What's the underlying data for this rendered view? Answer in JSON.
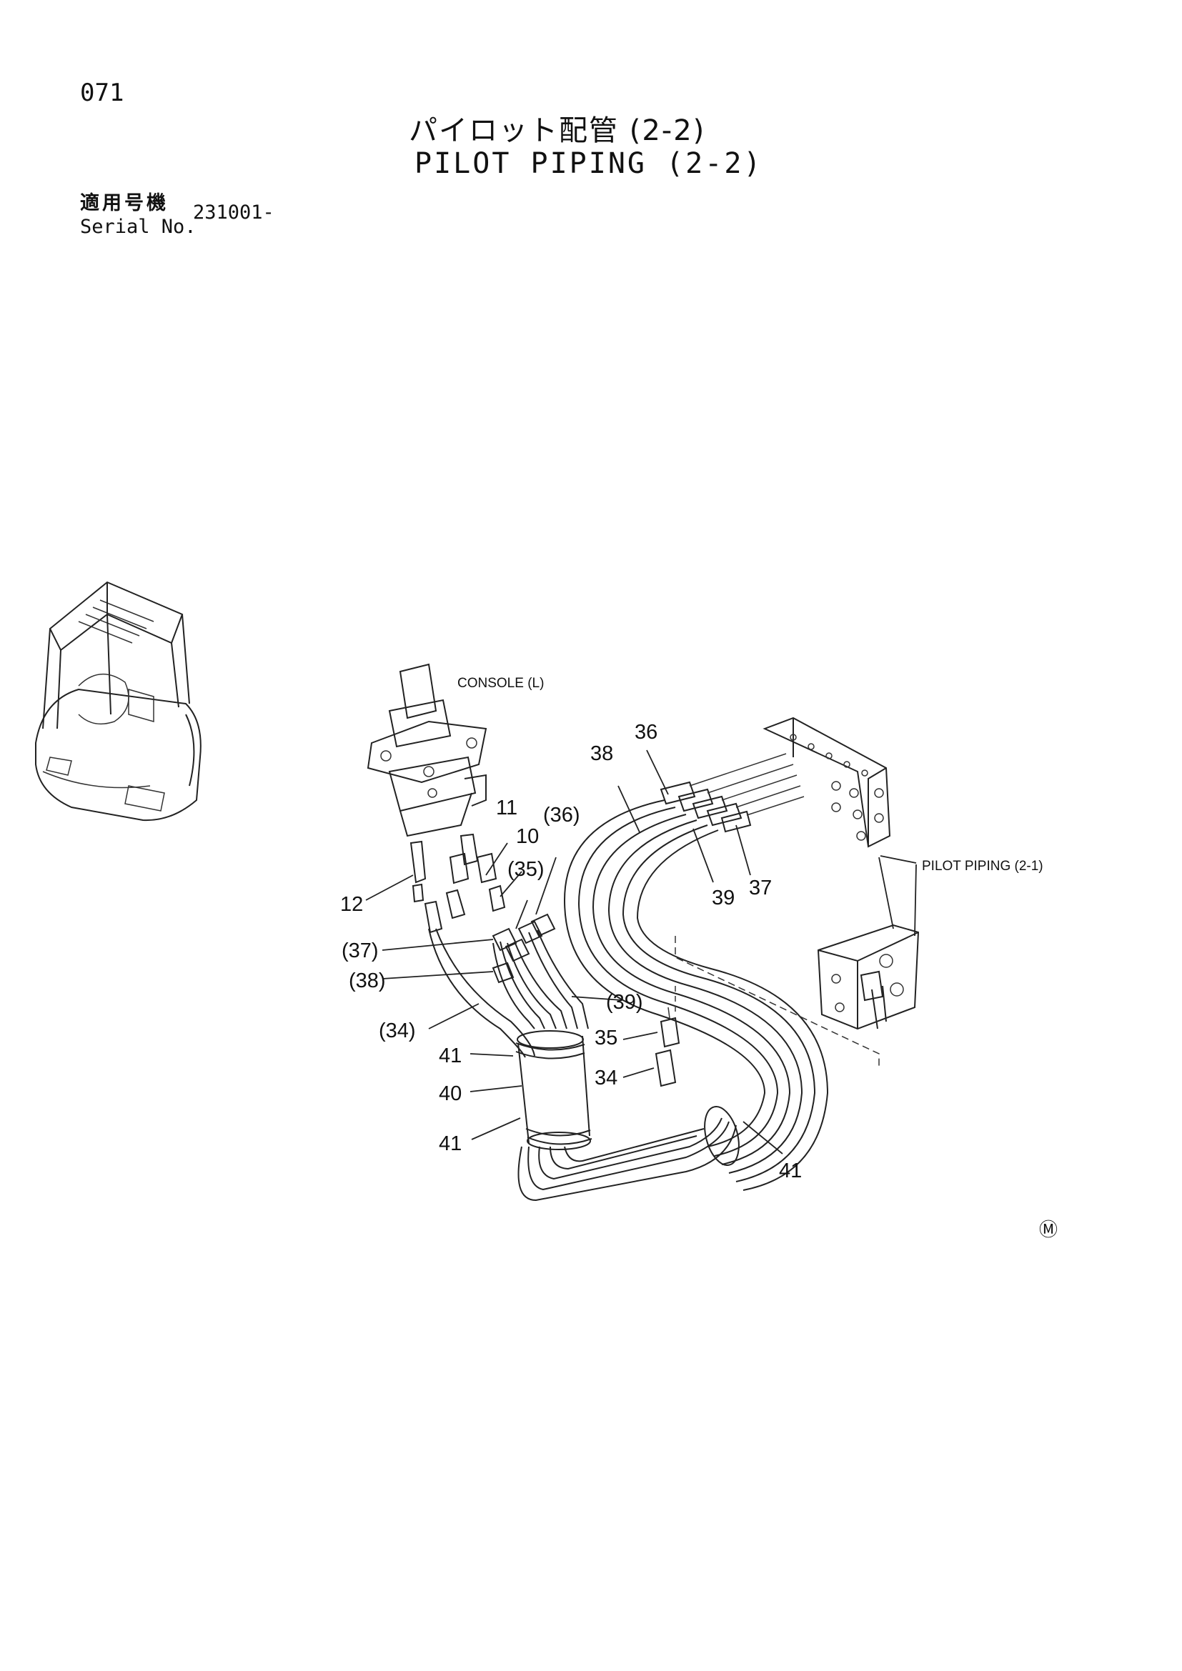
{
  "page": {
    "number": "071",
    "title_jp": "パイロット配管 (2-2)",
    "title_en": "PILOT PIPING (2-2)",
    "serial_label_jp": "適用号機",
    "serial_label_en": "Serial No.",
    "serial_value": "231001-"
  },
  "diagram": {
    "console_label": "CONSOLE (L)",
    "pilot_piping_label": "PILOT PIPING (2-1)",
    "mark_symbol": "Ⓜ",
    "callouts": {
      "c36_top": "36",
      "c38_top": "38",
      "c11": "11",
      "c10": "10",
      "c36_paren": "(36)",
      "c35_paren": "(35)",
      "c12": "12",
      "c37_paren": "(37)",
      "c38_paren": "(38)",
      "c39_paren": "(39)",
      "c34_paren": "(34)",
      "c41_a": "41",
      "c40": "40",
      "c41_b": "41",
      "c35": "35",
      "c34": "34",
      "c39": "39",
      "c37": "37",
      "c41_c": "41"
    }
  }
}
